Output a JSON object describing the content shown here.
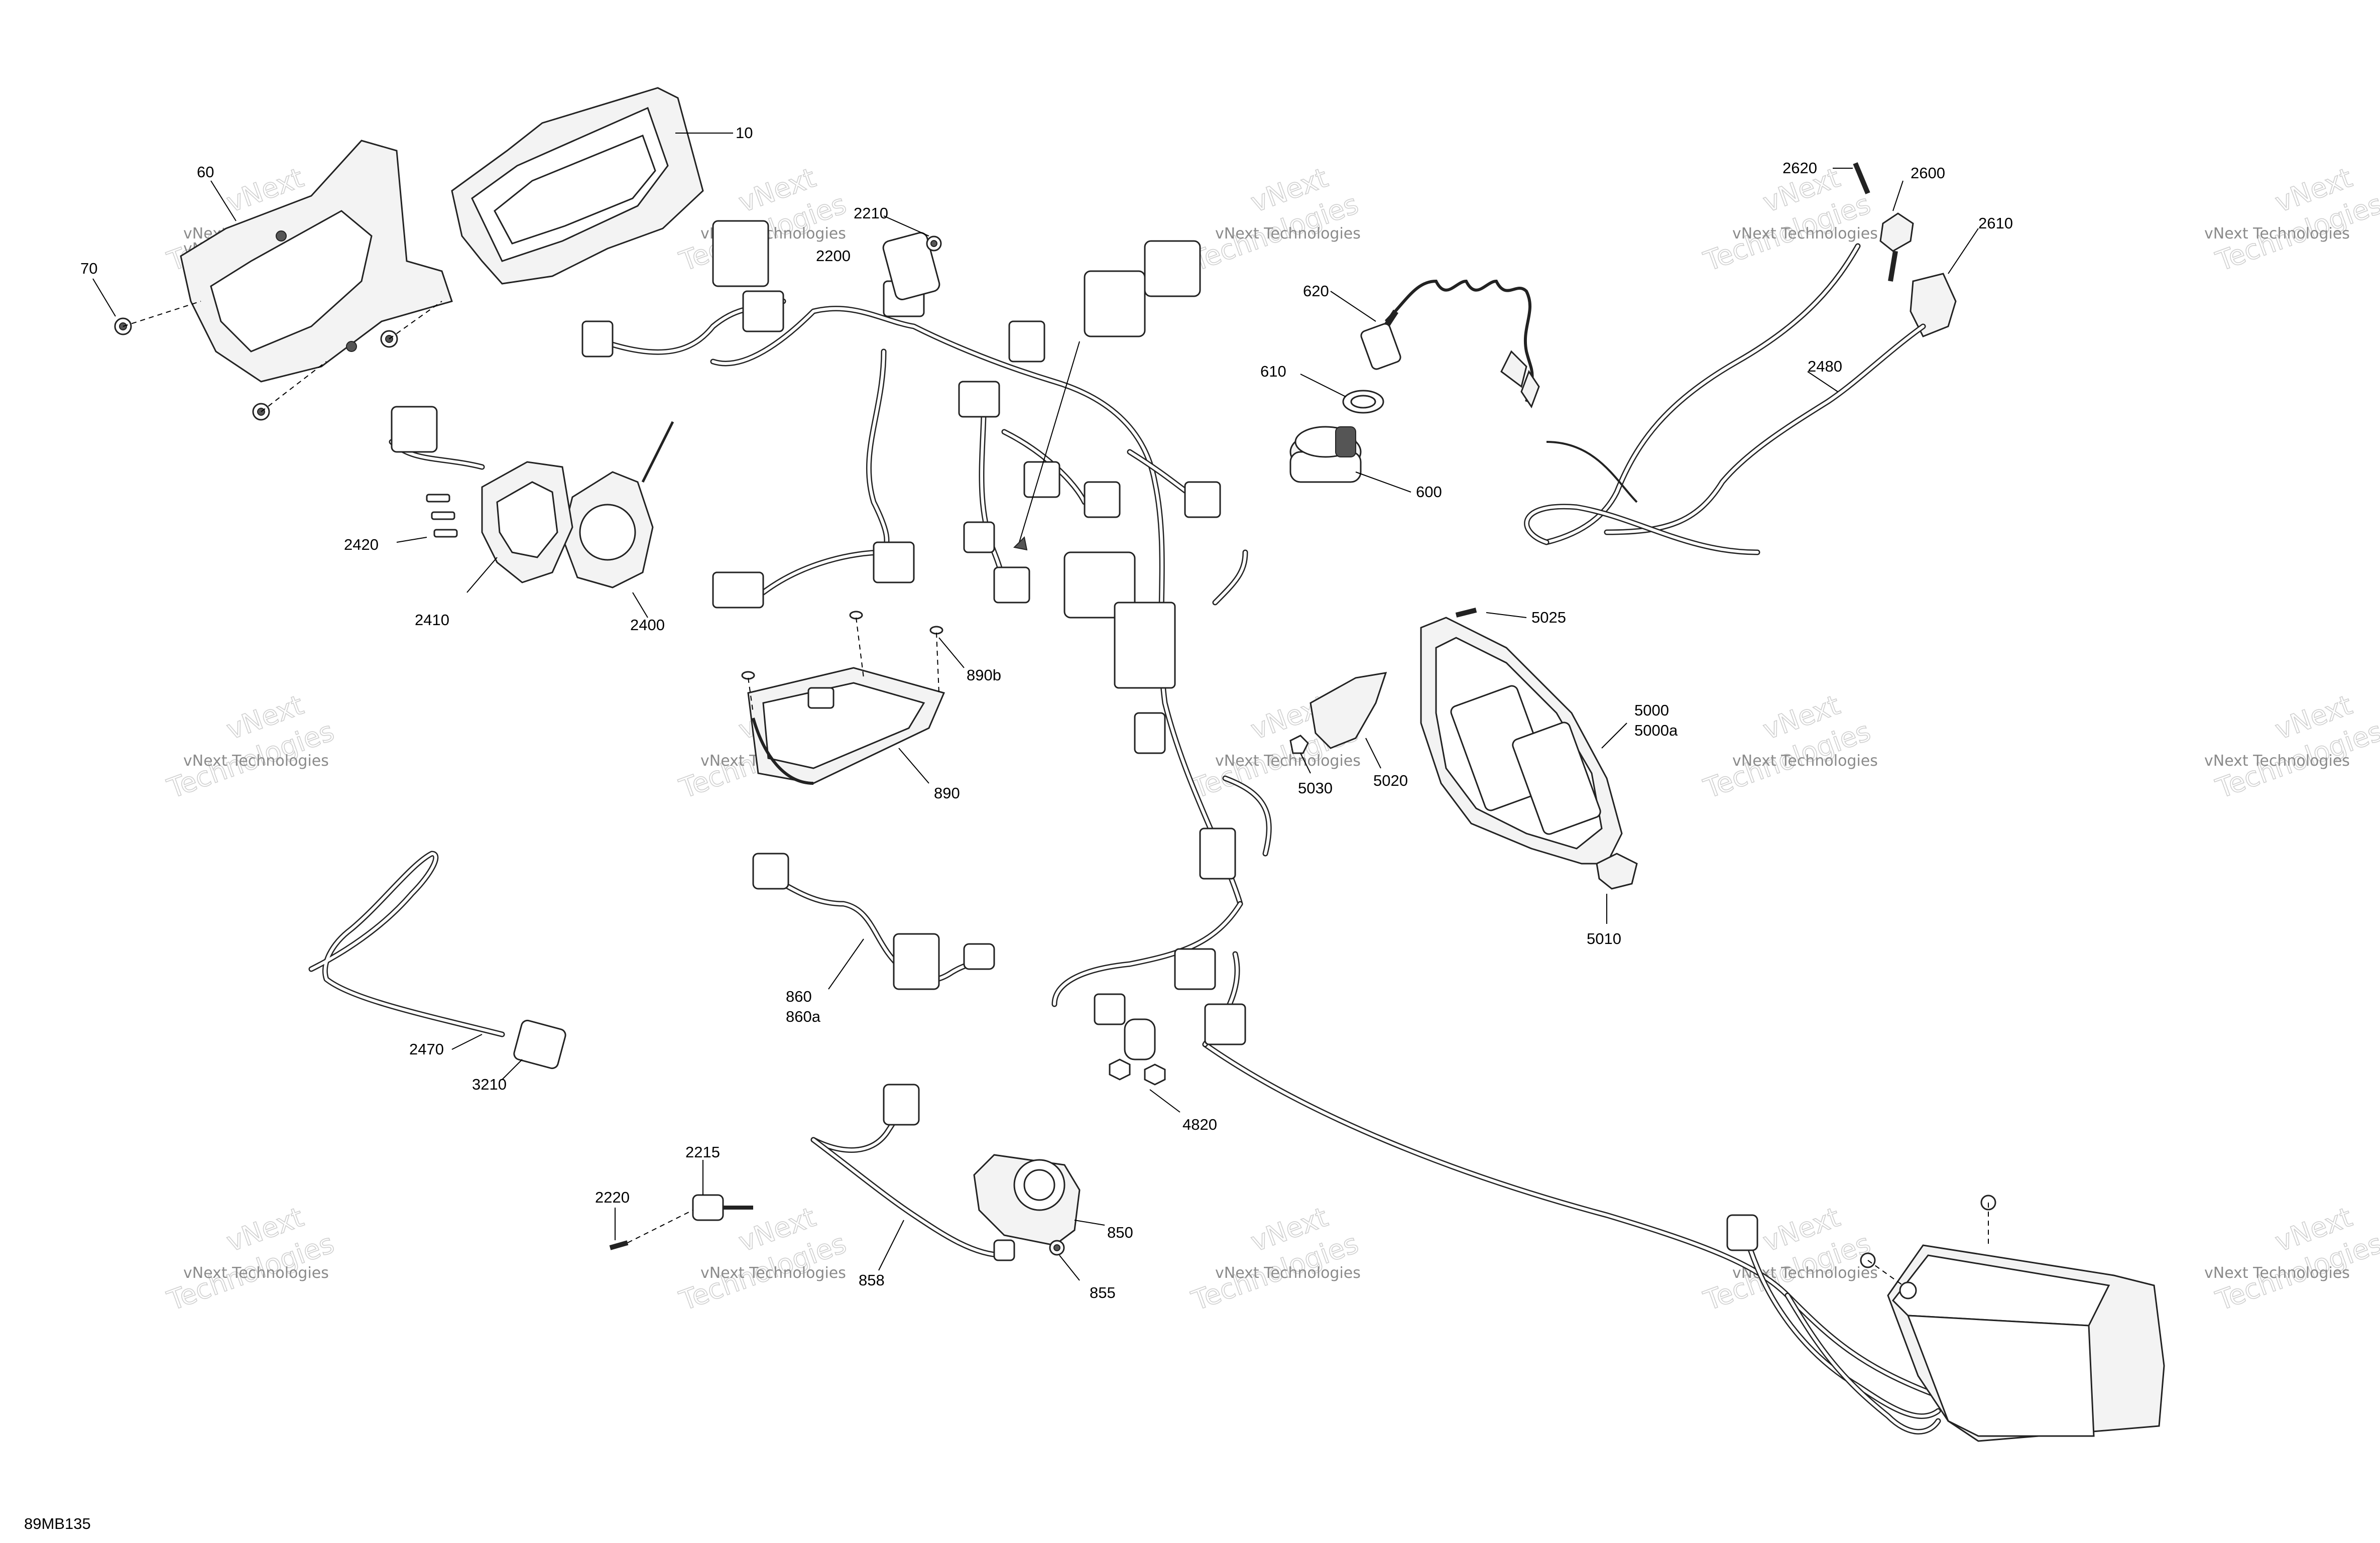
{
  "diagram_code": "89MB135",
  "watermark": {
    "company_line1": "vNext",
    "company_line2": "vNext Technologies",
    "big_text": "Technologies"
  },
  "labels": {
    "p10": "10",
    "p60": "60",
    "p70": "70",
    "p2210": "2210",
    "p2200": "2200",
    "p2620": "2620",
    "p2600": "2600",
    "p2610": "2610",
    "p620": "620",
    "p610": "610",
    "p600": "600",
    "p2480": "2480",
    "p2420": "2420",
    "p2410": "2410",
    "p2400": "2400",
    "p890b": "890b",
    "p890": "890",
    "p5025": "5025",
    "p5000": "5000",
    "p5000a": "5000a",
    "p5030": "5030",
    "p5020": "5020",
    "p5010": "5010",
    "p860": "860",
    "p860a": "860a",
    "p2470": "2470",
    "p3210": "3210",
    "p4820": "4820",
    "p2215": "2215",
    "p2220": "2220",
    "p858": "858",
    "p850": "850",
    "p855": "855"
  }
}
